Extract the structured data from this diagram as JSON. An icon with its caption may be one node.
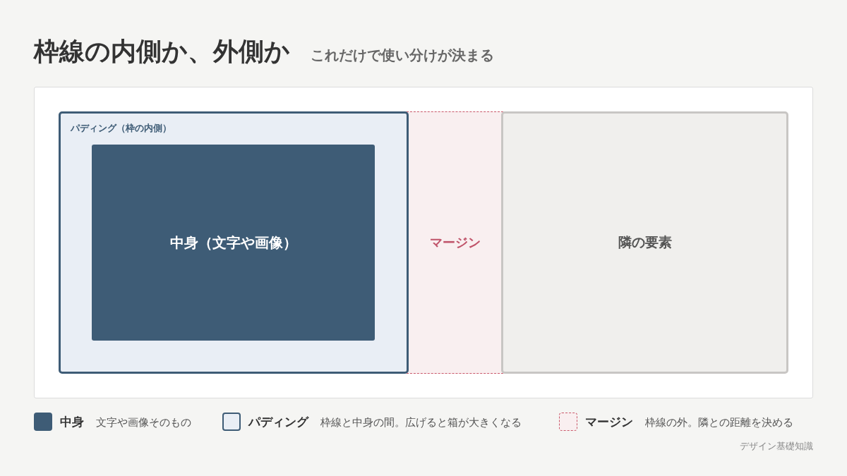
{
  "diagram": {
    "title": "枠線の内側か、外側か",
    "nodes": [
      {
        "text": [
          "パディング（枠の内側）"
        ]
      },
      {
        "text": [
          "中身（文字や画像）"
        ],
        "in": 0
      },
      {
        "text": [
          "マージン"
        ]
      },
      {
        "text": [
          "隣の要素"
        ]
      }
    ],
    "labels": [
      "これだけで使い分けが決まる",
      "デザイン基礎知識"
    ],
    "legend": [
      {
        "text": "**中身** 文字や画像そのもの",
        "color": "#3e5c76"
      },
      {
        "text": "**パディング** 枠線と中身の間。広げると箱が大きくなる",
        "color": "#e9eef5"
      },
      {
        "text": "**マージン** 枠線の外。隣との距離を決める",
        "color": "#f9eff0"
      }
    ]
  }
}
